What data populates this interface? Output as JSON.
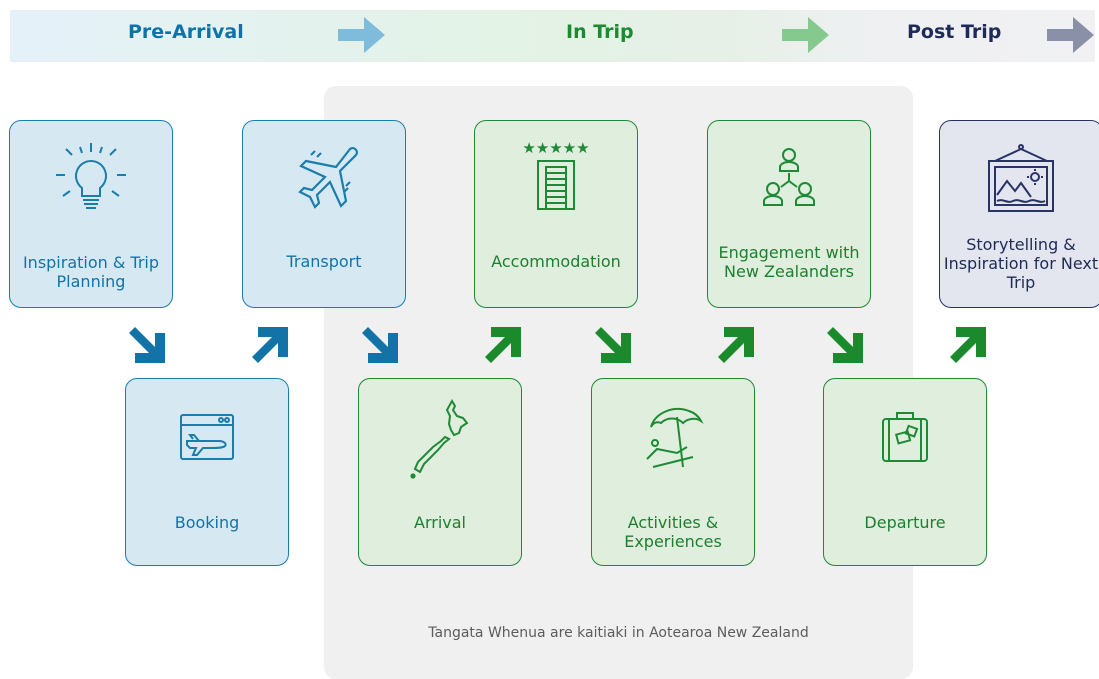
{
  "phases": [
    {
      "label": "Pre-Arrival",
      "color": "#0f73a8",
      "arrow_color": "#7fbcdb"
    },
    {
      "label": "In Trip",
      "color": "#1d8a30",
      "arrow_color": "#86c98f"
    },
    {
      "label": "Post Trip",
      "color": "#1e2a57",
      "arrow_color": "#8a90a8"
    }
  ],
  "stages": [
    {
      "label": "Inspiration & Trip Planning",
      "icon": "lightbulb-icon",
      "group": "pre-arrival"
    },
    {
      "label": "Booking",
      "icon": "browser-plane-icon",
      "group": "pre-arrival"
    },
    {
      "label": "Transport",
      "icon": "airplane-icon",
      "group": "pre-arrival"
    },
    {
      "label": "Arrival",
      "icon": "new-zealand-map-icon",
      "group": "in-trip"
    },
    {
      "label": "Accommodation",
      "icon": "hotel-five-star-icon",
      "group": "in-trip"
    },
    {
      "label": "Activities & Experiences",
      "icon": "beach-umbrella-icon",
      "group": "in-trip"
    },
    {
      "label": "Engagement with New Zealanders",
      "icon": "people-network-icon",
      "group": "in-trip"
    },
    {
      "label": "Departure",
      "icon": "suitcase-icon",
      "group": "in-trip"
    },
    {
      "label": "Storytelling & Inspiration for Next Trip",
      "icon": "framed-picture-icon",
      "group": "post-trip"
    }
  ],
  "footnote": "Tangata Whenua are kaitiaki in Aotearoa New Zealand",
  "colors": {
    "blue": "#1b7dab",
    "green": "#1f8a35",
    "navy": "#2a3366"
  }
}
